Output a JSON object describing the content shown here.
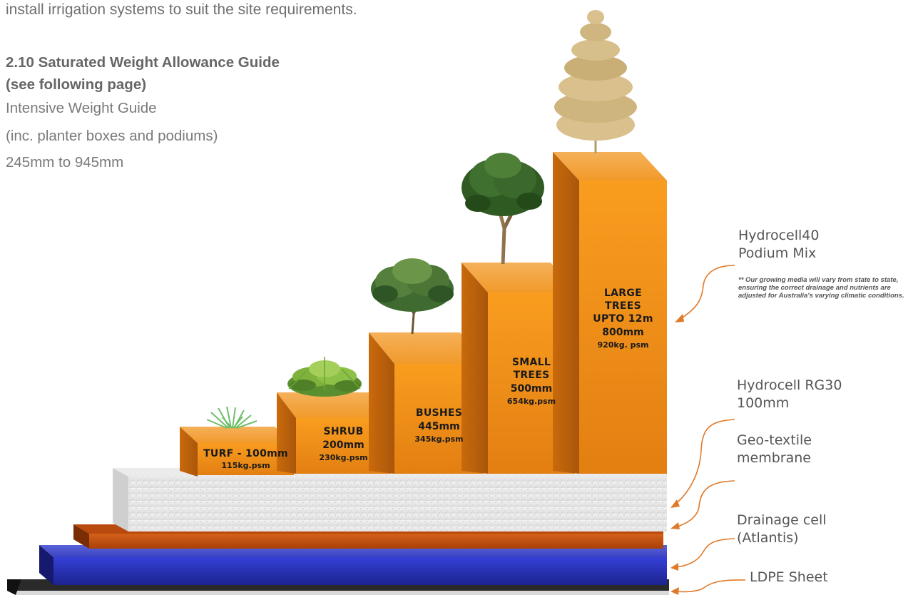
{
  "intro_text": "install irrigation systems to suit the site requirements.",
  "section": {
    "heading_line1": "2.10  Saturated Weight Allowance Guide",
    "heading_line2": "(see following page)",
    "sub_line1": "Intensive Weight Guide",
    "sub_line2": "(inc. planter boxes and podiums)",
    "sub_line3": "245mm to 945mm"
  },
  "blocks": [
    {
      "name_lines": [
        "TURF - 100mm"
      ],
      "weight": "115kg.psm"
    },
    {
      "name_lines": [
        "SHRUB"
      ],
      "depth": "200mm",
      "weight": "230kg.psm"
    },
    {
      "name_lines": [
        "BUSHES"
      ],
      "depth": "445mm",
      "weight": "345kg.psm"
    },
    {
      "name_lines": [
        "SMALL",
        "TREES"
      ],
      "depth": "500mm",
      "weight": "654kg.psm"
    },
    {
      "name_lines": [
        "LARGE",
        "TREES",
        "UPTO 12m"
      ],
      "depth": "800mm",
      "weight": "920kg. psm"
    }
  ],
  "labels": {
    "podium_mix_line1": "Hydrocell40",
    "podium_mix_line2": "Podium Mix",
    "note": "** Our growing media will vary from state to state, ensuring the correct drainage  and nutrients are adjusted for Australia's varying climatic conditions.",
    "rg30_line1": "Hydrocell RG30",
    "rg30_line2": "100mm",
    "geotextile_line1": "Geo-textile",
    "geotextile_line2": "membrane",
    "drainage_line1": "Drainage cell",
    "drainage_line2": "(Atlantis)",
    "ldpe": "LDPE Sheet"
  },
  "colors": {
    "orange_front": "#f3941a",
    "orange_top": "#f7b04c",
    "orange_side": "#d3720c",
    "geotextile": "#c6520f",
    "drainage": "#2c34c4",
    "ldpe": "#1f1f1f",
    "arrow": "#e07a2a"
  }
}
